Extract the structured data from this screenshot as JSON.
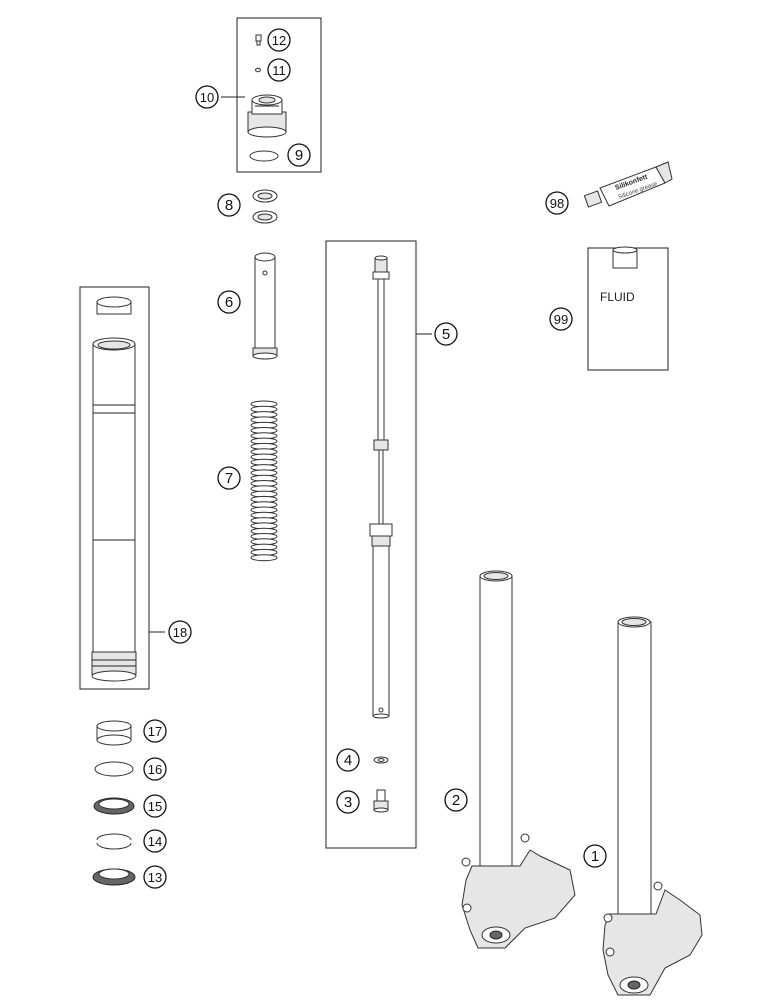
{
  "callouts": {
    "c1": "1",
    "c2": "2",
    "c3": "3",
    "c4": "4",
    "c5": "5",
    "c6": "6",
    "c7": "7",
    "c8": "8",
    "c9": "9",
    "c10": "10",
    "c11": "11",
    "c12": "12",
    "c13": "13",
    "c14": "14",
    "c15": "15",
    "c16": "16",
    "c17": "17",
    "c18": "18",
    "c98": "98",
    "c99": "99"
  },
  "labels": {
    "fluid": "FLUID",
    "tube_line1": "Silikonfett",
    "tube_line2": "Silicone grease"
  }
}
